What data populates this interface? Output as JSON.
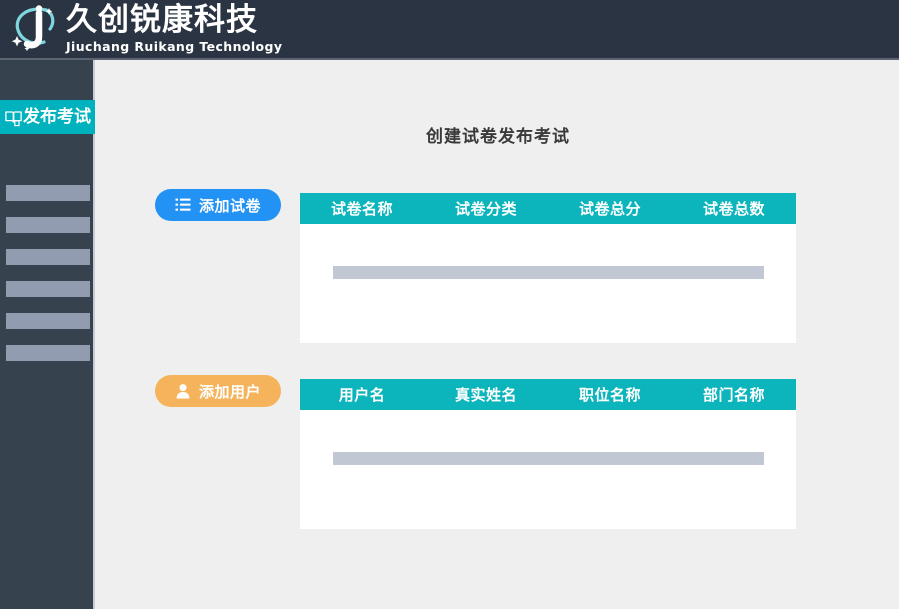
{
  "brand": {
    "logo_icon": "jiuchang-j-swoosh-logo",
    "name_cn": "久创锐康科技",
    "name_en": "Jiuchang Ruikang Technology"
  },
  "sidebar": {
    "active_item": {
      "icon": "open-book-icon",
      "label": "发布考试"
    },
    "placeholder_count": 6
  },
  "main": {
    "page_title": "创建试卷发布考试",
    "sections": [
      {
        "id": "papers",
        "button": {
          "label": "添加试卷",
          "icon": "list-icon",
          "color": "#2392f5"
        },
        "table": {
          "columns": [
            "试卷名称",
            "试卷分类",
            "试卷总分",
            "试卷总数"
          ],
          "rows": [
            {
              "placeholder": true
            }
          ]
        }
      },
      {
        "id": "users",
        "button": {
          "label": "添加用户",
          "icon": "user-icon",
          "color": "#f5b35c"
        },
        "table": {
          "columns": [
            "用户名",
            "真实姓名",
            "职位名称",
            "部门名称"
          ],
          "rows": [
            {
              "placeholder": true
            }
          ]
        }
      }
    ]
  },
  "colors": {
    "header_bg": "#2b3442",
    "sidebar_bg": "#37424f",
    "accent_teal": "#0cb4bb",
    "accent_blue": "#2392f5",
    "accent_orange": "#f5b35c",
    "content_bg": "#efefef",
    "placeholder_gray": "#c2c8d3",
    "sidebar_stub_gray": "#919cb0"
  }
}
